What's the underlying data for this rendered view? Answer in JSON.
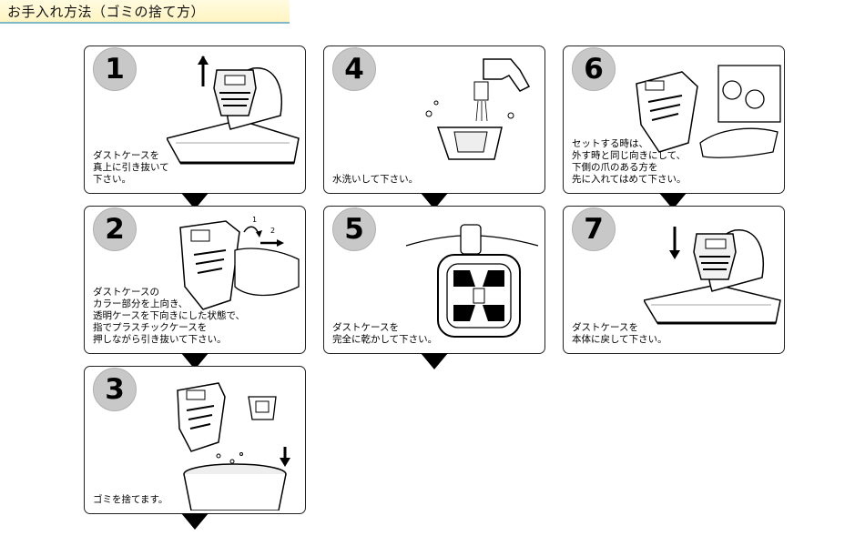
{
  "title": "お手入れ方法（ゴミの捨て方）",
  "steps": [
    {
      "number": "1",
      "caption": "ダストケースを\n真上に引き抜いて\n下さい。"
    },
    {
      "number": "2",
      "caption": "ダストケースの\nカラー部分を上向き、\n透明ケースを下向きにした状態で、\n指でプラスチックケースを\n押しながら引き抜いて下さい。"
    },
    {
      "number": "3",
      "caption": "ゴミを捨てます。"
    },
    {
      "number": "4",
      "caption": "水洗いして下さい。"
    },
    {
      "number": "5",
      "caption": "ダストケースを\n完全に乾かして下さい。"
    },
    {
      "number": "6",
      "caption": "セットする時は、\n外す時と同じ向きにして、\n下側の爪のある方を\n先に入れてはめて下さい。"
    },
    {
      "number": "7",
      "caption": "ダストケースを\n本体に戻して下さい。"
    }
  ],
  "step2_marks": {
    "one": "1",
    "two": "2"
  },
  "colors": {
    "badge": "#c8c8c8",
    "title_bg": "#fff4c2",
    "title_underline": "#7fb8c8"
  }
}
